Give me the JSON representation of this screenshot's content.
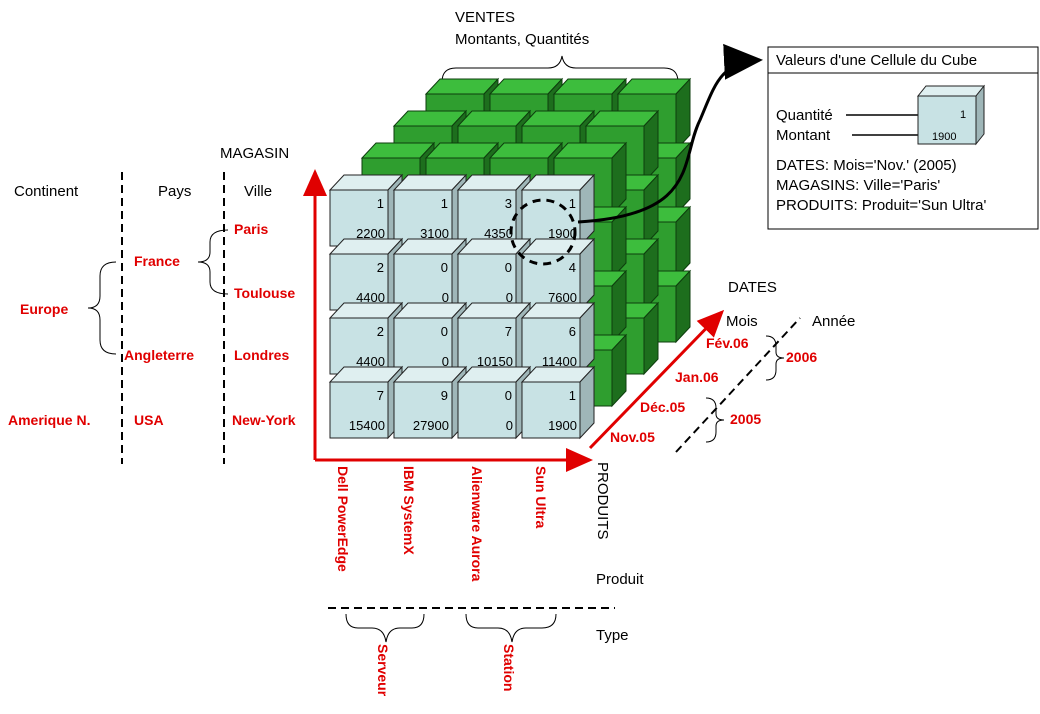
{
  "ventes": {
    "title": "VENTES",
    "subtitle": "Montants, Quantités"
  },
  "magasin": {
    "title": "MAGASIN",
    "levels": [
      "Continent",
      "Pays",
      "Ville"
    ],
    "continents": [
      "Europe",
      "Amerique N."
    ],
    "countries": [
      "France",
      "Angleterre",
      "USA"
    ],
    "cities": [
      "Paris",
      "Toulouse",
      "Londres",
      "New-York"
    ]
  },
  "produits": {
    "title": "PRODUITS",
    "level1": "Produit",
    "level2": "Type",
    "items": [
      "Dell PowerEdge",
      "IBM SystemX",
      "Alienware Aurora",
      "Sun Ultra"
    ],
    "types": [
      "Serveur",
      "Station"
    ]
  },
  "dates": {
    "title": "DATES",
    "level1": "Mois",
    "level2": "Année",
    "months": [
      "Nov.05",
      "Déc.05",
      "Jan.06",
      "Fév.06"
    ],
    "years": [
      "2005",
      "2006"
    ]
  },
  "cells": [
    [
      {
        "q": "1",
        "m": "2200"
      },
      {
        "q": "1",
        "m": "3100"
      },
      {
        "q": "3",
        "m": "4350"
      },
      {
        "q": "1",
        "m": "1900"
      }
    ],
    [
      {
        "q": "2",
        "m": "4400"
      },
      {
        "q": "0",
        "m": "0"
      },
      {
        "q": "0",
        "m": "0"
      },
      {
        "q": "4",
        "m": "7600"
      }
    ],
    [
      {
        "q": "2",
        "m": "4400"
      },
      {
        "q": "0",
        "m": "0"
      },
      {
        "q": "7",
        "m": "10150"
      },
      {
        "q": "6",
        "m": "11400"
      }
    ],
    [
      {
        "q": "7",
        "m": "15400"
      },
      {
        "q": "9",
        "m": "27900"
      },
      {
        "q": "0",
        "m": "0"
      },
      {
        "q": "1",
        "m": "1900"
      }
    ]
  ],
  "callout": {
    "title": "Valeurs d'une Cellule du Cube",
    "quantite_label": "Quantité",
    "montant_label": "Montant",
    "cube_q": "1",
    "cube_m": "1900",
    "line1": "DATES: Mois='Nov.' (2005)",
    "line2": "MAGASINS: Ville='Paris'",
    "line3": "PRODUITS: Produit='Sun Ultra'"
  },
  "colors": {
    "red_labels": "#e00000",
    "cube_front": "#c8e2e4",
    "green_cubes": "#2f9e2f"
  }
}
